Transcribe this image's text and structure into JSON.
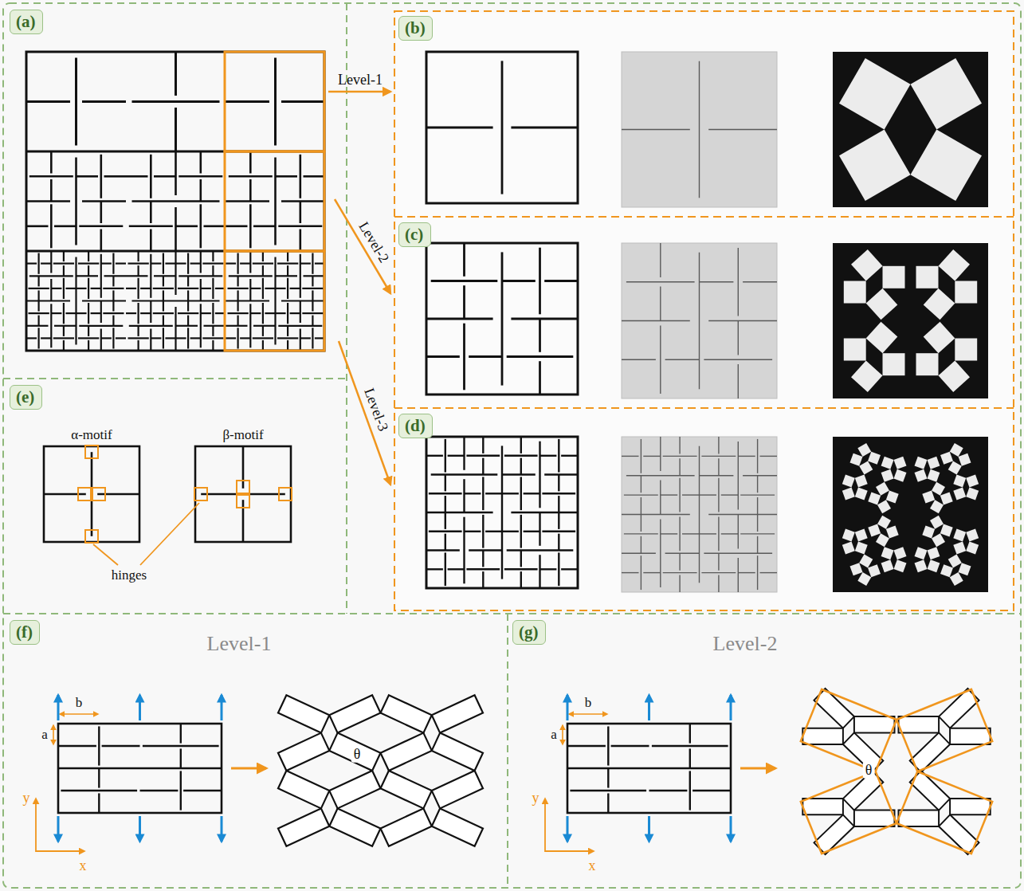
{
  "diagram": {
    "nodes": [
      {
        "text": [
          "(a)"
        ]
      },
      {
        "text": [
          "(b)"
        ]
      },
      {
        "text": [
          "(c)"
        ]
      },
      {
        "text": [
          "(d)"
        ]
      },
      {
        "text": [
          "(e)"
        ]
      },
      {
        "text": [
          "(f)"
        ]
      },
      {
        "text": [
          "(g)"
        ]
      }
    ],
    "labels": [
      "Level-1",
      "Level-2",
      "Level-3",
      "α-motif",
      "β-motif",
      "hinges",
      "Level-1",
      "b",
      "a",
      "θ",
      "y",
      "x",
      "Level-2",
      "b",
      "a",
      "θ",
      "y",
      "x"
    ]
  }
}
